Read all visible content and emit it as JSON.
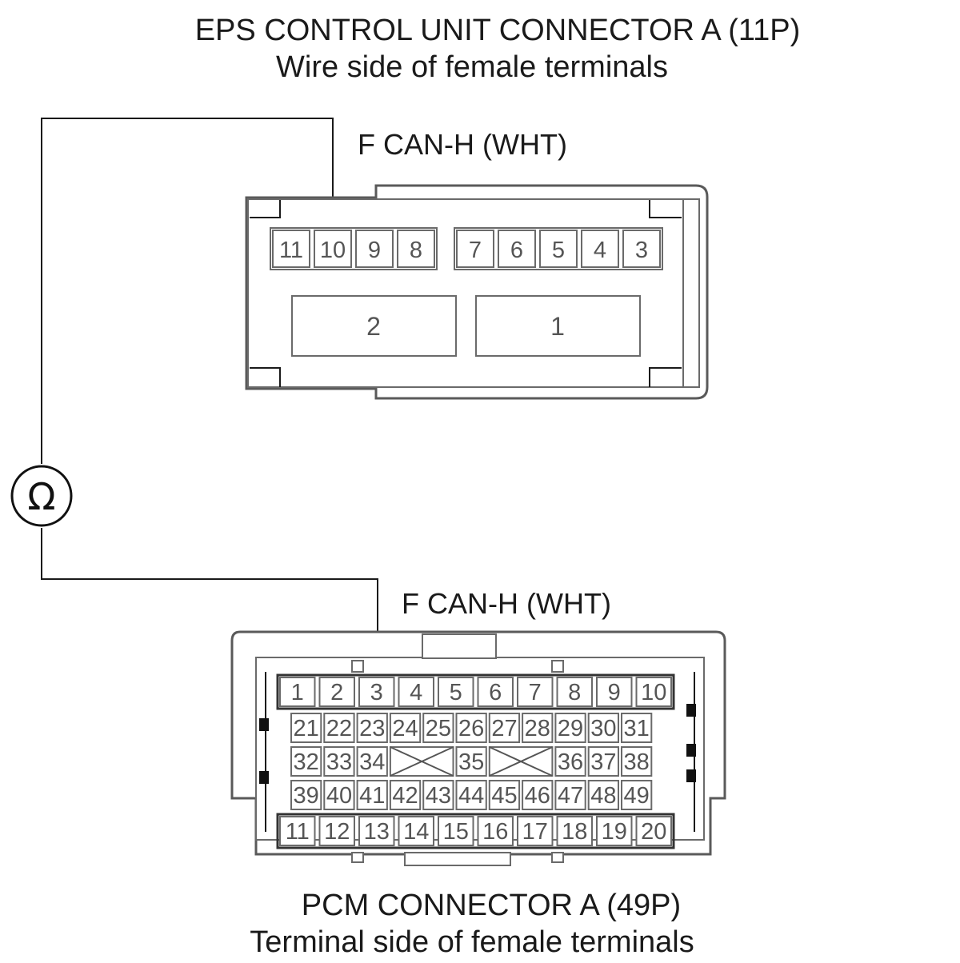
{
  "eps": {
    "title": "EPS CONTROL UNIT CONNECTOR A (11P)",
    "subtitle": "Wire side of female terminals",
    "wire_label": "F CAN-H (WHT)",
    "top_pins": [
      "11",
      "10",
      "9",
      "8",
      "7",
      "6",
      "5",
      "4",
      "3"
    ],
    "large_pins": [
      "2",
      "1"
    ]
  },
  "meter": {
    "symbol": "Ω"
  },
  "pcm": {
    "wire_label": "F CAN-H (WHT)",
    "title": "PCM CONNECTOR A (49P)",
    "subtitle": "Terminal side of female terminals",
    "row1": [
      "1",
      "2",
      "3",
      "4",
      "5",
      "6",
      "7",
      "8",
      "9",
      "10"
    ],
    "row2": [
      "21",
      "22",
      "23",
      "24",
      "25",
      "26",
      "27",
      "28",
      "29",
      "30",
      "31"
    ],
    "row3": [
      "32",
      "33",
      "34",
      "",
      "",
      "35",
      "",
      "",
      "36",
      "37",
      "38"
    ],
    "row4": [
      "39",
      "40",
      "41",
      "42",
      "43",
      "44",
      "45",
      "46",
      "47",
      "48",
      "49"
    ],
    "row5": [
      "11",
      "12",
      "13",
      "14",
      "15",
      "16",
      "17",
      "18",
      "19",
      "20"
    ]
  }
}
